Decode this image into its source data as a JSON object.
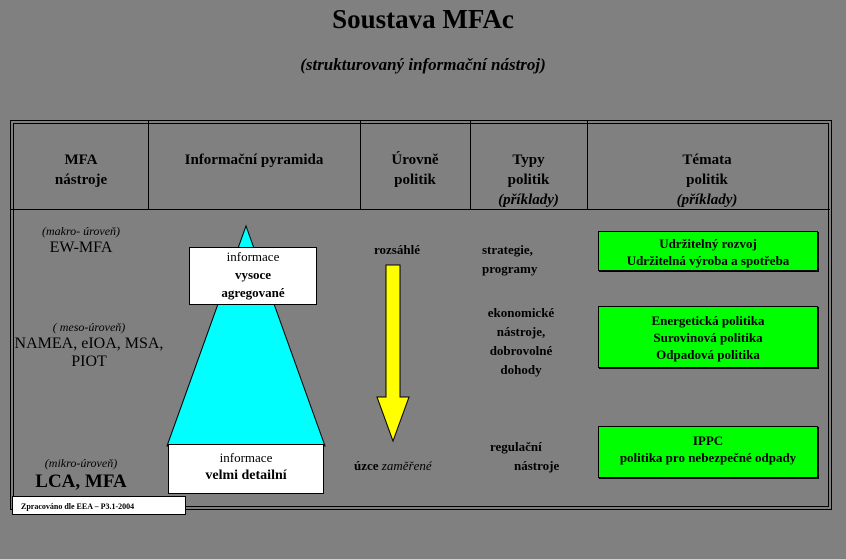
{
  "title": "Soustava MFAc",
  "subtitle": "(strukturovaný informační  nástroj)",
  "headers": {
    "mfa": [
      "MFA",
      "nástroje"
    ],
    "pyramid": [
      "Informační pyramida"
    ],
    "levels": [
      "Úrovně",
      "politik"
    ],
    "types": [
      "Typy",
      "politik",
      "(příklady)"
    ],
    "themes": [
      "Témata",
      "politik",
      "(příklady)"
    ]
  },
  "tools": {
    "macro": {
      "level": "(makro- úroveň)",
      "names": "EW-MFA"
    },
    "meso": {
      "level": "( meso-úroveň)",
      "names": [
        "NAMEA, eIOA, MSA,",
        "PIOT"
      ]
    },
    "micro": {
      "level": "(mikro-úroveň)",
      "names": "LCA, MFA"
    }
  },
  "pyramid": {
    "top": [
      "informace",
      "vysoce",
      "agregované"
    ],
    "bottom": [
      "informace",
      "velmi detailní"
    ],
    "colors": {
      "pyramid": "#00ffff"
    }
  },
  "levels": {
    "top": "rozsáhlé",
    "bottom": [
      "úzce",
      "zaměřené"
    ],
    "arrow_color": "#ffff00"
  },
  "types": [
    [
      "strategie,",
      "programy"
    ],
    [
      "ekonomické",
      "nástroje,",
      "dobrovolné",
      "dohody"
    ],
    [
      "regulační",
      "nástroje"
    ]
  ],
  "themes": [
    [
      "Udržitelný rozvoj",
      "Udržitelná výroba a spotřeba"
    ],
    [
      "Energetická politika",
      "Surovinová politika",
      "Odpadová politika"
    ],
    [
      "IPPC",
      "politika pro nebezpečné odpady"
    ]
  ],
  "credit": "Zpracováno dle EEA – P3.1-2004",
  "colors": {
    "background": "#808080",
    "theme_box": "#00ff00"
  }
}
